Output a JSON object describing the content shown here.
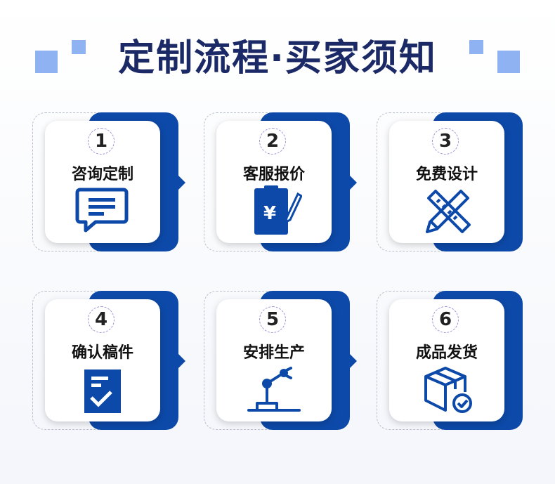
{
  "title": "定制流程·买家须知",
  "colors": {
    "accent": "#0d49a8",
    "title": "#1b2a66",
    "deco": "#8fb3f2"
  },
  "steps": [
    {
      "number": "1",
      "label": "咨询定制",
      "icon": "chat-icon"
    },
    {
      "number": "2",
      "label": "客服报价",
      "icon": "price-clipboard-icon"
    },
    {
      "number": "3",
      "label": "免费设计",
      "icon": "ruler-pencil-icon"
    },
    {
      "number": "4",
      "label": "确认稿件",
      "icon": "document-check-icon"
    },
    {
      "number": "5",
      "label": "安排生产",
      "icon": "robot-arm-icon"
    },
    {
      "number": "6",
      "label": "成品发货",
      "icon": "package-check-icon"
    }
  ]
}
